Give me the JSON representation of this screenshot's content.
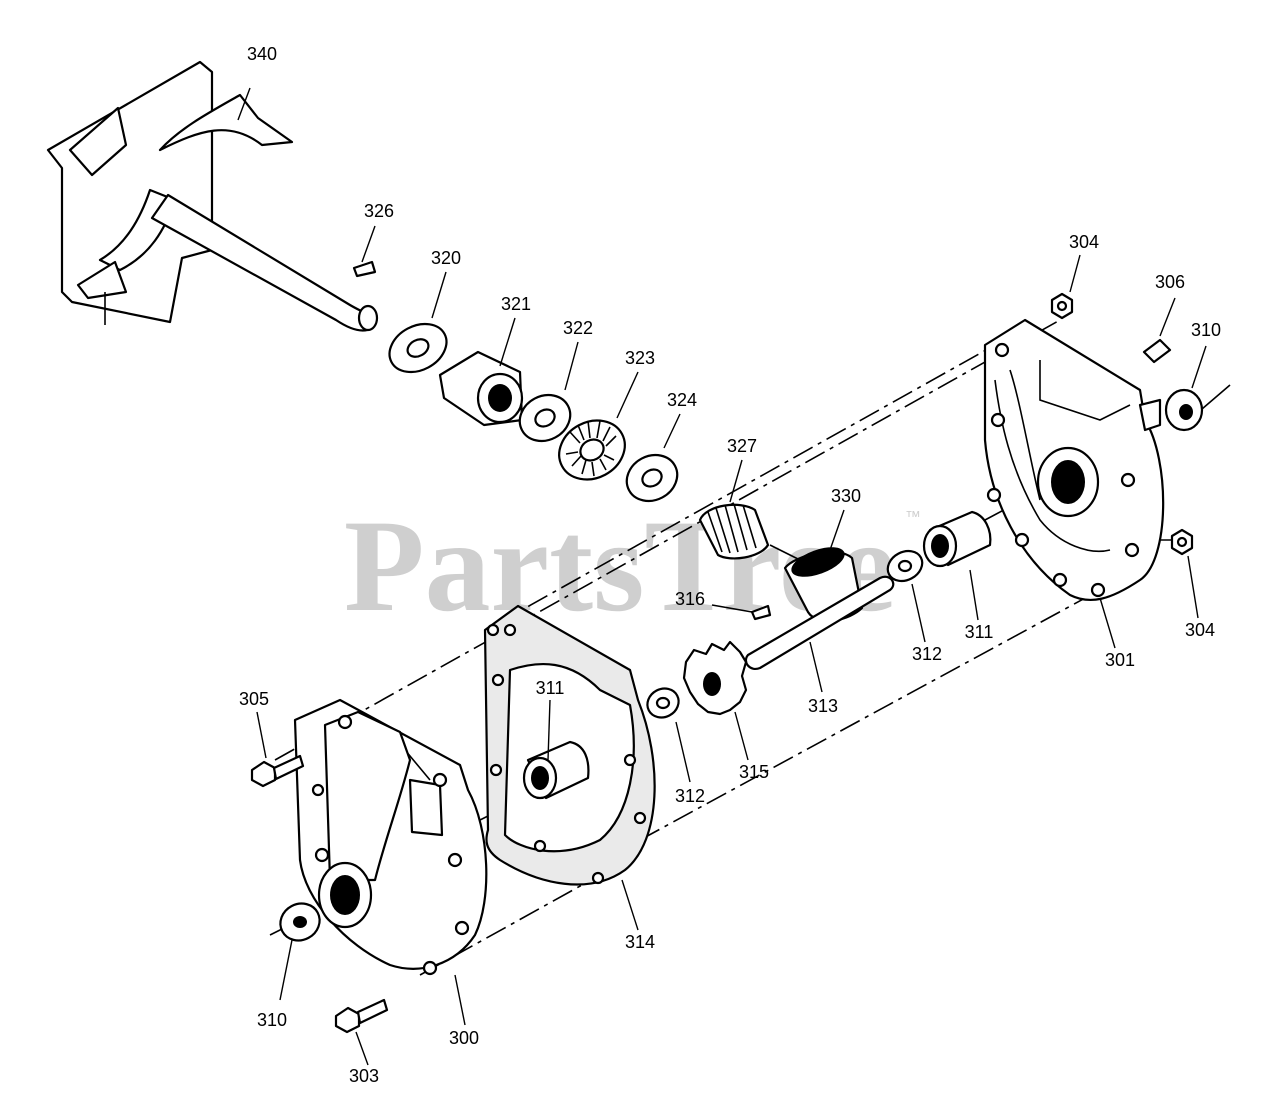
{
  "watermark": {
    "text": "PartsTree",
    "trademark": "™"
  },
  "labels": {
    "p340": "340",
    "p326": "326",
    "p320": "320",
    "p321": "321",
    "p322": "322",
    "p323": "323",
    "p324": "324",
    "p327": "327",
    "p330": "330",
    "p304a": "304",
    "p306": "306",
    "p310a": "310",
    "p301": "301",
    "p304b": "304",
    "p311a": "311",
    "p312a": "312",
    "p313": "313",
    "p316": "316",
    "p315": "315",
    "p312b": "312",
    "p311b": "311",
    "p305": "305",
    "p314": "314",
    "p310b": "310",
    "p300": "300",
    "p303": "303"
  },
  "colors": {
    "ink": "#000000",
    "watermark": "#cfcfcf",
    "background": "#ffffff"
  }
}
